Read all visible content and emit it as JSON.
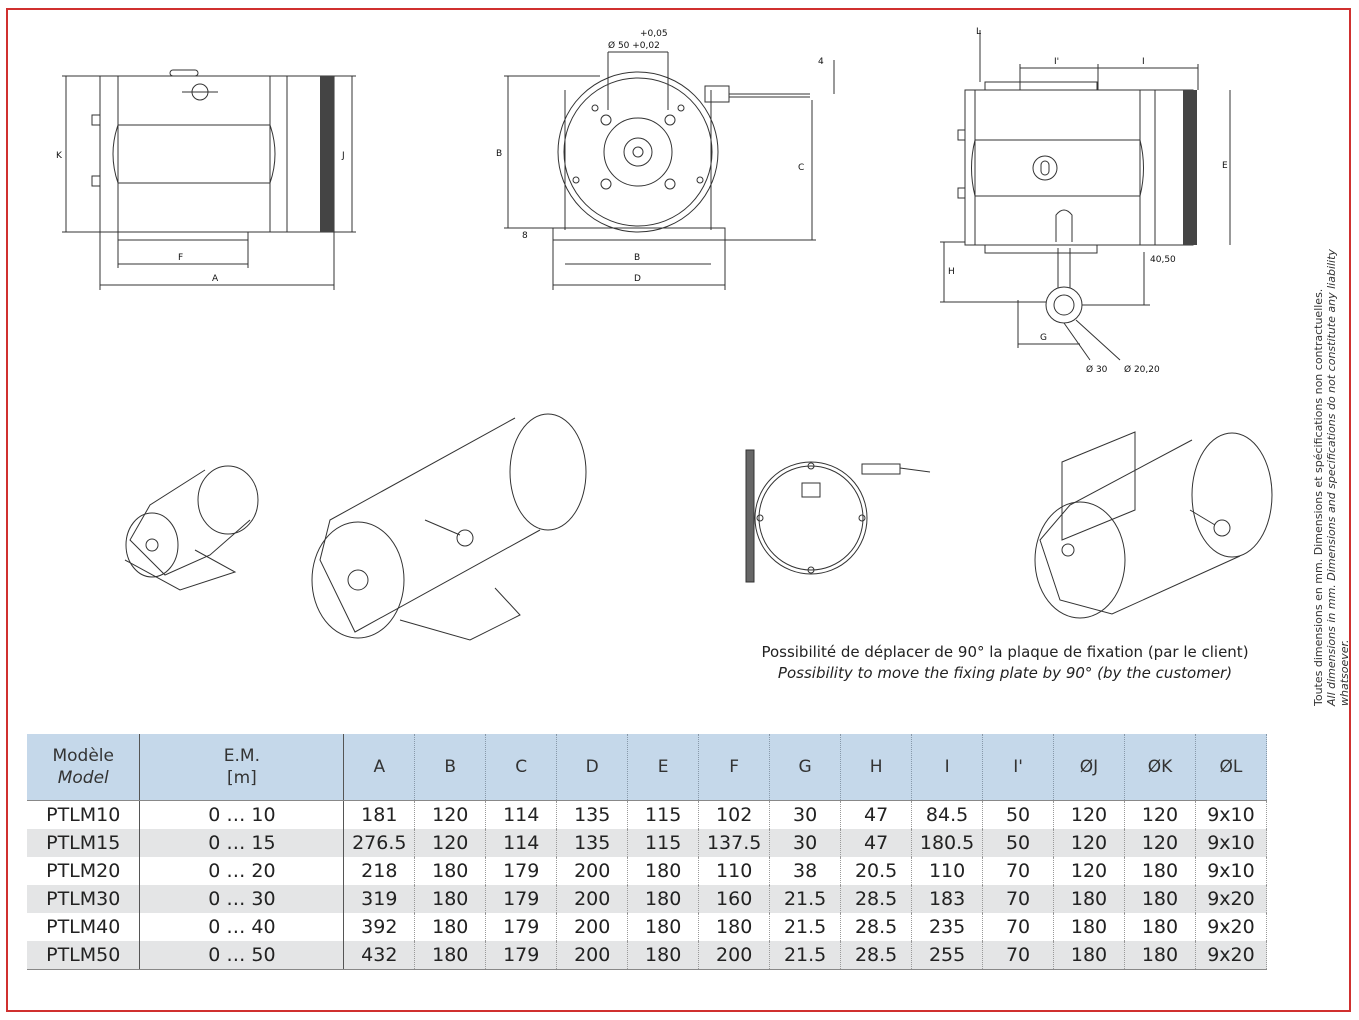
{
  "dimension_labels": {
    "front": {
      "K": "K",
      "J": "J",
      "F": "F",
      "A": "A"
    },
    "end": {
      "tol": "+0,05",
      "dia": "Ø 50 +0,02",
      "four": "4",
      "B1": "B",
      "B2": "B",
      "C": "C",
      "eight": "8",
      "D": "D"
    },
    "top": {
      "L": "L",
      "Iprime": "I'",
      "I": "I",
      "E": "E",
      "H": "H",
      "G": "G",
      "dim4050": "40,50",
      "d30": "Ø 30",
      "d2020": "Ø 20,20"
    }
  },
  "caption": {
    "fr": "Possibilité de déplacer de 90° la plaque de fixation (par le client)",
    "en": "Possibility to move the fixing plate by 90° (by the customer)"
  },
  "side_note": {
    "fr": "Toutes dimensions en mm. Dimensions et spécifications non contractuelles.",
    "en": "All dimensions in mm. Dimensions and specifications do not constitute any liability whatsoever."
  },
  "table": {
    "header": {
      "model_fr": "Modèle",
      "model_en": "Model",
      "em_line1": "E.M.",
      "em_line2": "[m]",
      "columns": [
        "A",
        "B",
        "C",
        "D",
        "E",
        "F",
        "G",
        "H",
        "I",
        "I'",
        "ØJ",
        "ØK",
        "ØL"
      ]
    },
    "rows": [
      {
        "model": "PTLM10",
        "em": "0 … 10",
        "values": [
          "181",
          "120",
          "114",
          "135",
          "115",
          "102",
          "30",
          "47",
          "84.5",
          "50",
          "120",
          "120",
          "9x10"
        ]
      },
      {
        "model": "PTLM15",
        "em": "0 … 15",
        "values": [
          "276.5",
          "120",
          "114",
          "135",
          "115",
          "137.5",
          "30",
          "47",
          "180.5",
          "50",
          "120",
          "120",
          "9x10"
        ]
      },
      {
        "model": "PTLM20",
        "em": "0 … 20",
        "values": [
          "218",
          "180",
          "179",
          "200",
          "180",
          "110",
          "38",
          "20.5",
          "110",
          "70",
          "120",
          "180",
          "9x10"
        ]
      },
      {
        "model": "PTLM30",
        "em": "0 … 30",
        "values": [
          "319",
          "180",
          "179",
          "200",
          "180",
          "160",
          "21.5",
          "28.5",
          "183",
          "70",
          "180",
          "180",
          "9x20"
        ]
      },
      {
        "model": "PTLM40",
        "em": "0 … 40",
        "values": [
          "392",
          "180",
          "179",
          "200",
          "180",
          "180",
          "21.5",
          "28.5",
          "235",
          "70",
          "180",
          "180",
          "9x20"
        ]
      },
      {
        "model": "PTLM50",
        "em": "0 … 50",
        "values": [
          "432",
          "180",
          "179",
          "200",
          "180",
          "200",
          "21.5",
          "28.5",
          "255",
          "70",
          "180",
          "180",
          "9x20"
        ]
      }
    ]
  },
  "colors": {
    "frame": "#d0302f",
    "header_bg": "#c5d8ea",
    "alt_row": "#e4e5e6"
  }
}
